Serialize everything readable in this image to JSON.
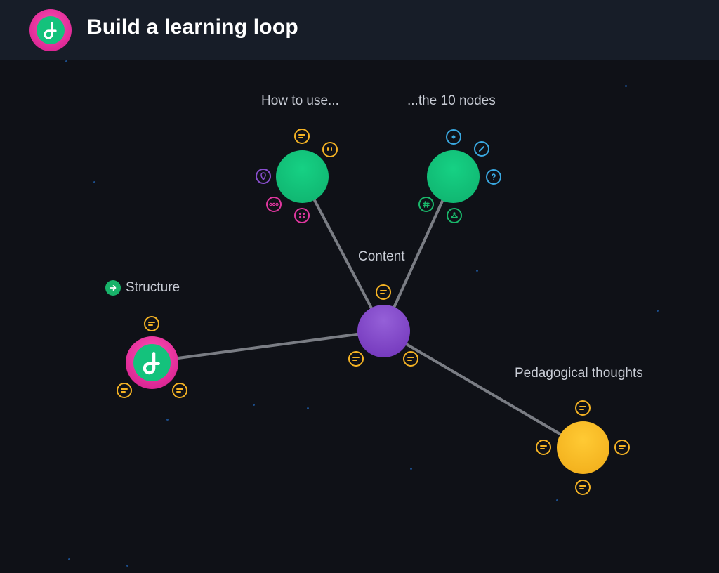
{
  "header": {
    "title": "Build a learning loop"
  },
  "nodes": {
    "how_to_use": {
      "label": "How to use..."
    },
    "the_10_nodes": {
      "label": "...the 10 nodes"
    },
    "content": {
      "label": "Content"
    },
    "structure": {
      "label": "Structure"
    },
    "pedagogical": {
      "label": "Pedagogical thoughts"
    }
  },
  "colors": {
    "background": "#0f1117",
    "header_bg": "#171d28",
    "green_node": "#14c27c",
    "purple_node": "#8a4fd0",
    "yellow_node": "#f5b324",
    "pink_ring": "#e0269a",
    "badge_yellow": "#f5b324",
    "badge_blue": "#3aa8e0",
    "badge_pink": "#e0379f",
    "badge_purple": "#8a4fd0",
    "badge_green": "#1ab86b",
    "edge": "#7a7d84"
  },
  "icons": {
    "logo": "learning-loop-logo-icon",
    "note": "note-lines-icon",
    "quote": "quote-icon",
    "pin": "location-pin-icon",
    "more": "more-dots-icon",
    "grid": "grid-dots-icon",
    "dot": "dot-icon",
    "pencil": "pencil-icon",
    "question": "question-icon",
    "hashtag": "hashtag-icon",
    "share": "share-nodes-icon",
    "arrow": "arrow-right-icon"
  }
}
